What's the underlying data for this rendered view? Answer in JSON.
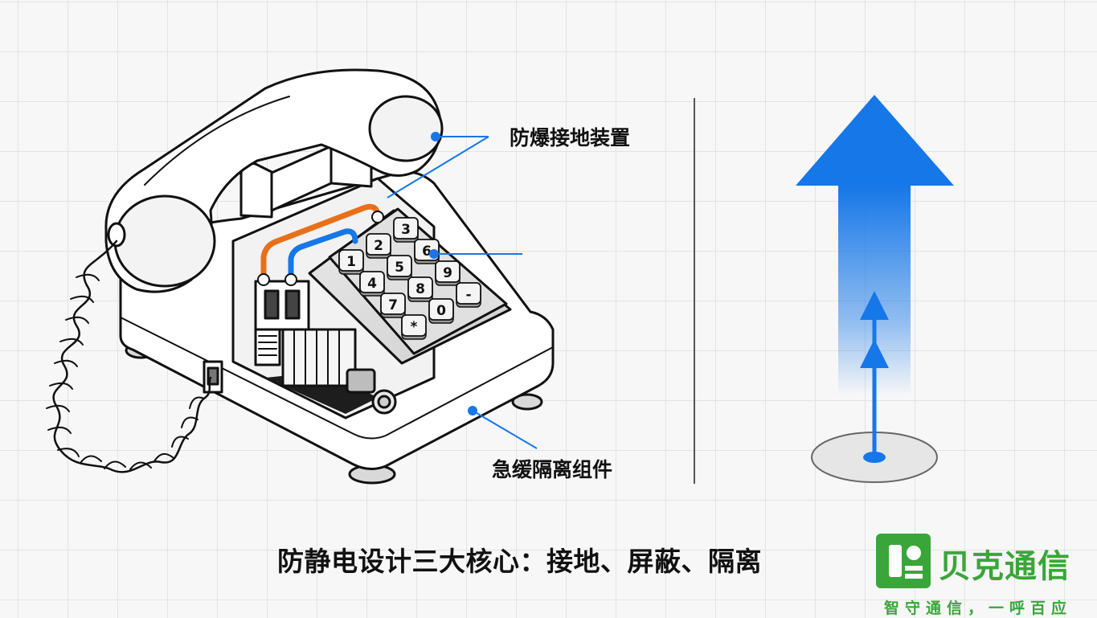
{
  "callouts": {
    "top_label": "防爆接地装置",
    "bottom_label": "急缓隔离组件"
  },
  "keypad": {
    "keys": [
      "1",
      "2",
      "3",
      "4",
      "5",
      "6",
      "7",
      "8",
      "9",
      "*",
      "0",
      "-"
    ]
  },
  "caption": "防静电设计三大核心：接地、屏蔽、隔离",
  "brand": {
    "name": "贝克通信",
    "slogan": "智守通信，一呼百应",
    "color": "#3aa63a"
  },
  "colors": {
    "accent_blue": "#1677e8",
    "wire_orange": "#e8701a",
    "line": "#111111"
  }
}
